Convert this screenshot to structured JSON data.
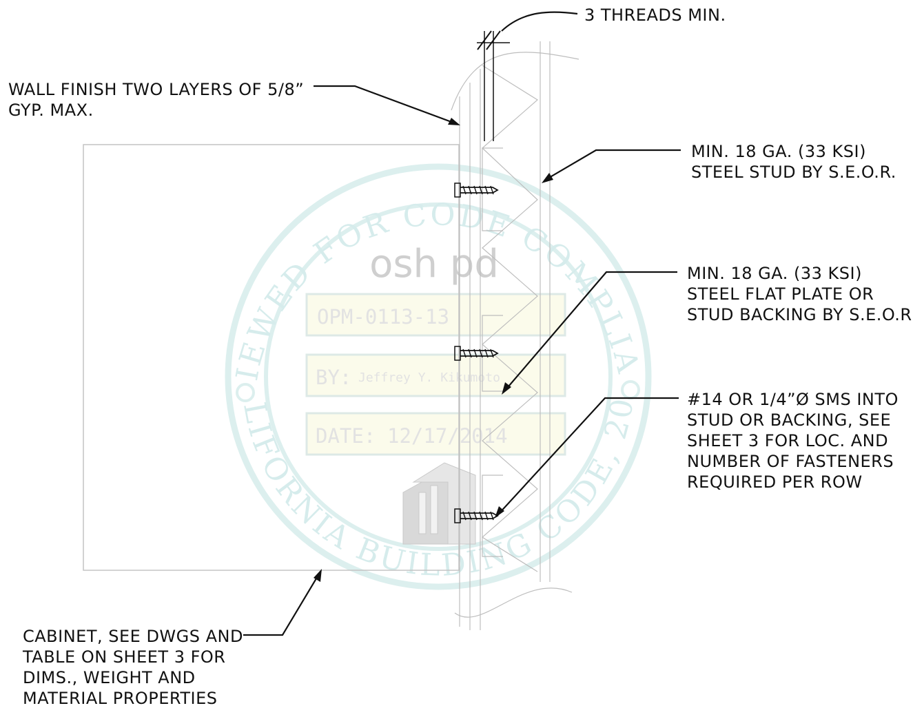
{
  "notes": {
    "threads": "3 THREADS MIN.",
    "wall_finish_1": "WALL FINISH TWO LAYERS OF 5/8”",
    "wall_finish_2": "GYP. MAX.",
    "stud_1": "MIN. 18 GA. (33 KSI)",
    "stud_2": "STEEL STUD BY S.E.O.R.",
    "plate_1": "MIN. 18 GA. (33 KSI)",
    "plate_2": "STEEL FLAT PLATE OR",
    "plate_3": "STUD BACKING BY S.E.O.R.",
    "sms_1": "#14 OR 1/4”Ø SMS INTO",
    "sms_2": "STUD OR BACKING, SEE",
    "sms_3": "SHEET 3 FOR LOC. AND",
    "sms_4": "NUMBER OF FASTENERS",
    "sms_5": "REQUIRED PER ROW",
    "cabinet_1": "CABINET, SEE DWGS AND",
    "cabinet_2": "TABLE ON SHEET 3 FOR",
    "cabinet_3": "DIMS., WEIGHT AND",
    "cabinet_4": "MATERIAL PROPERTIES"
  },
  "stamp": {
    "ring_top": "REVIEWED FOR CODE COMPLIANCE",
    "ring_bottom": "CALIFORNIA BUILDING CODE, 2013",
    "logo": "osh pd",
    "number": "OPM-0113-13",
    "by_label": "BY:",
    "by_name": "Jeffrey Y. Kikumoto",
    "date_label": "DATE:",
    "date": "12/17/2014",
    "ring_color": "#dcefee",
    "box_color": "#fbfbeb"
  }
}
